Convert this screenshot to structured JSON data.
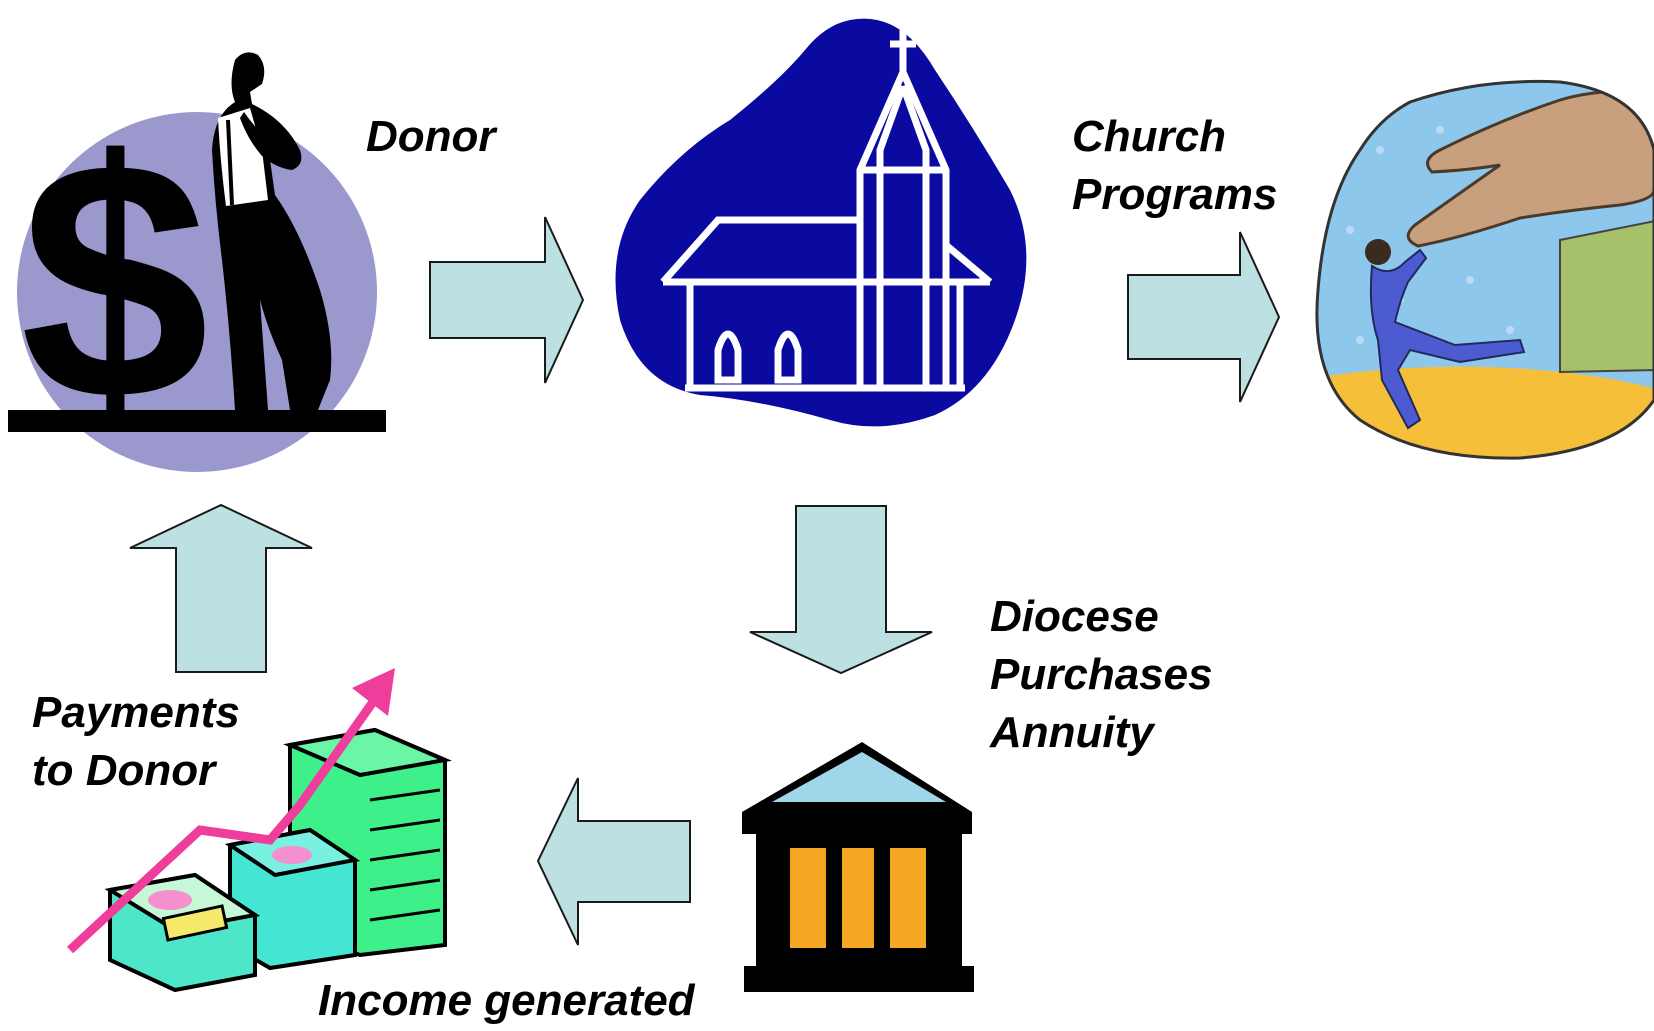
{
  "labels": {
    "donor": "Donor",
    "church_programs": [
      "Church",
      "Programs"
    ],
    "diocese_purchases_annuity": [
      "Diocese",
      "Purchases",
      "Annuity"
    ],
    "payments_to_donor": [
      "Payments",
      "to Donor"
    ],
    "income_generated": "Income generated"
  },
  "icons": {
    "donor": "dollar-sign-businessman-icon",
    "church": "church-icon",
    "programs": "helping-hand-icon",
    "annuity": "bank-building-icon",
    "income": "money-stacks-growth-icon"
  },
  "colors": {
    "arrow_fill": "#bde0e3",
    "arrow_stroke": "#1a1a1a",
    "church_blob": "#0a0aa0",
    "donor_circle": "#9a98cc",
    "label_text": "#000000"
  }
}
